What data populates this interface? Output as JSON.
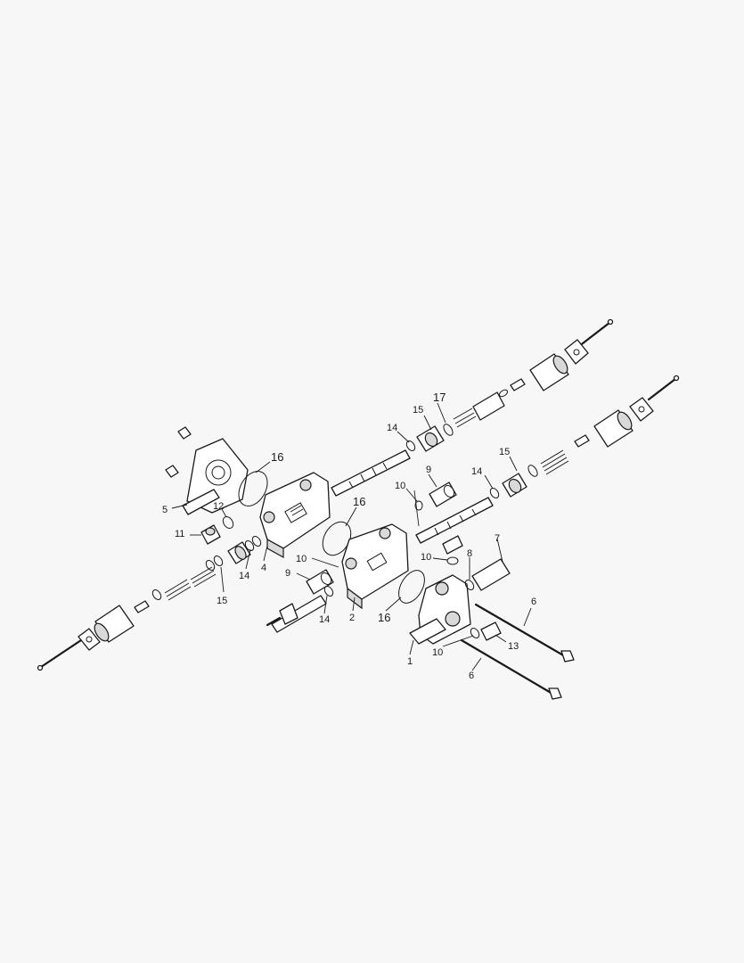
{
  "background": "#f7f7f7",
  "line_color": "#1a1a1a",
  "callouts": {
    "c1": "1",
    "c2": "2",
    "c4": "4",
    "c5": "5",
    "c6a": "6",
    "c6b": "6",
    "c7": "7",
    "c8": "8",
    "c9a": "9",
    "c9b": "9",
    "c10a": "10",
    "c10b": "10",
    "c10c": "10",
    "c10d": "10",
    "c11": "11",
    "c12": "12",
    "c13": "13",
    "c14a": "14",
    "c14b": "14",
    "c14c": "14",
    "c14d": "14",
    "c15a": "15",
    "c15b": "15",
    "c15c": "15",
    "c16a": "16",
    "c16b": "16",
    "c16c": "16",
    "c17": "17"
  }
}
